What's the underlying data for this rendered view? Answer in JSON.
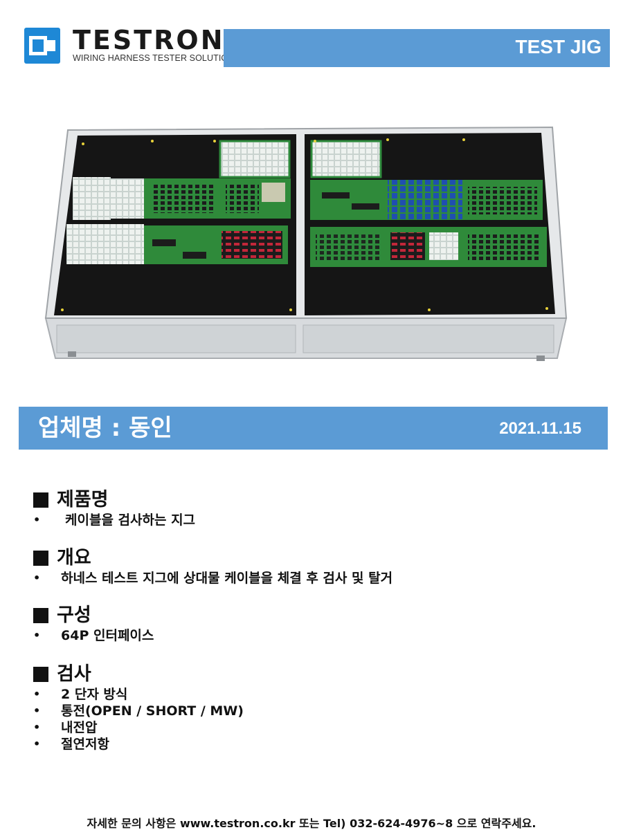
{
  "header": {
    "brand": "TESTRON",
    "tagline": "WIRING HARNESS TESTER SOLUTIONS",
    "doc_type": "TEST JIG"
  },
  "company": {
    "name": "업체명 : 동인",
    "date": "2021.11.15"
  },
  "sections": [
    {
      "title": "제품명",
      "items": [
        "케이블을 검사하는 지그"
      ]
    },
    {
      "title": "개요",
      "items": [
        "하네스 테스트 지그에 상대물 케이블을 체결 후 검사 및 탈거"
      ]
    },
    {
      "title": "구성",
      "items": [
        "64P 인터페이스"
      ]
    },
    {
      "title": "검사",
      "items": [
        "2 단자 방식",
        "통전(OPEN / SHORT / MW)",
        "내전압",
        "절연저항"
      ]
    }
  ],
  "footer": "자세한 문의 사항은 www.testron.co.kr 또는 Tel) 032-624-4976~8 으로 연락주세요.",
  "colors": {
    "accent": "#5b9bd5",
    "logo_blue": "#1e88d6",
    "pcb_green": "#2f8a3a",
    "panel_black": "#151515"
  }
}
